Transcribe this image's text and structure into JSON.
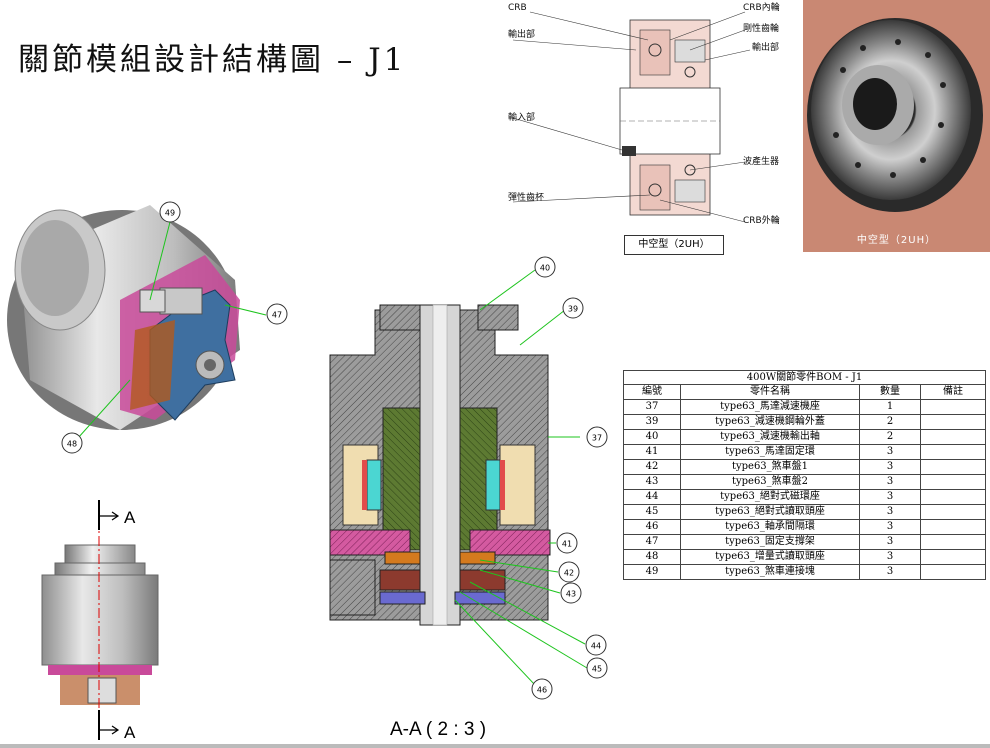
{
  "title": "關節模組設計結構圖 – J1",
  "schematic": {
    "labels": {
      "crb": "CRB",
      "crb_inner": "CRB內輪",
      "output_left": "輸出部",
      "flexspline_gear": "剛性齒輪",
      "output_right": "輸出部",
      "input": "輸入部",
      "wave_generator": "波產生器",
      "flex_cup": "彈性齒杯",
      "crb_outer": "CRB外輪"
    },
    "caption": "中空型（2UH）"
  },
  "photo": {
    "caption": "中空型（2UH）"
  },
  "balloons_iso": [
    "49",
    "47",
    "48"
  ],
  "balloons_section": [
    "40",
    "39",
    "37",
    "41",
    "42",
    "43",
    "44",
    "45",
    "46"
  ],
  "section_markers": {
    "top": "A",
    "bottom": "A"
  },
  "section_caption": "A-A ( 2 : 3 )",
  "bom": {
    "title": "400W關節零件BOM - J1",
    "headers": [
      "編號",
      "零件名稱",
      "數量",
      "備註"
    ],
    "rows": [
      [
        "37",
        "type63_馬達減速機座",
        "1",
        ""
      ],
      [
        "39",
        "type63_減速機鋼輪外蓋",
        "2",
        ""
      ],
      [
        "40",
        "type63_減速機輸出軸",
        "2",
        ""
      ],
      [
        "41",
        "type63_馬達固定環",
        "3",
        ""
      ],
      [
        "42",
        "type63_煞車盤1",
        "3",
        ""
      ],
      [
        "43",
        "type63_煞車盤2",
        "3",
        ""
      ],
      [
        "44",
        "type63_絕對式磁環座",
        "3",
        ""
      ],
      [
        "45",
        "type63_絕對式讀取頭座",
        "3",
        ""
      ],
      [
        "46",
        "type63_軸承間隔環",
        "3",
        ""
      ],
      [
        "47",
        "type63_固定支撐架",
        "3",
        ""
      ],
      [
        "48",
        "type63_增量式讀取頭座",
        "3",
        ""
      ],
      [
        "49",
        "type63_煞車連接塊",
        "3",
        ""
      ]
    ]
  }
}
